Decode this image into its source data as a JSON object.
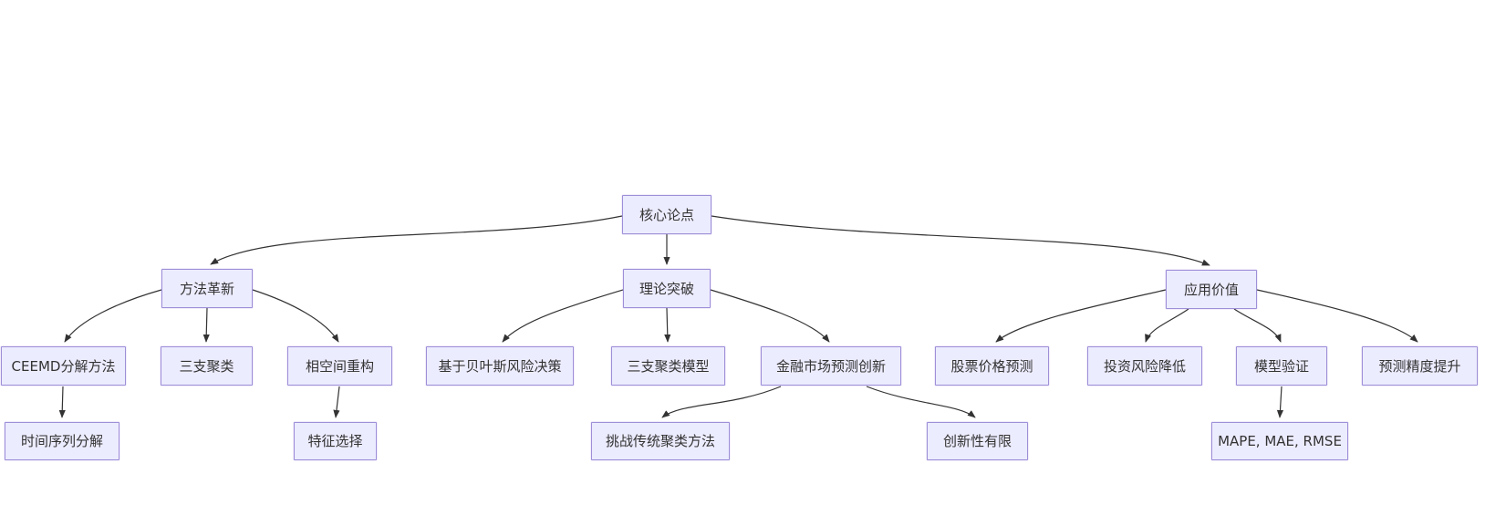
{
  "diagram": {
    "type": "flowchart",
    "direction": "top-down",
    "colors": {
      "background": "#ffffff",
      "node_fill": "#ECECFF",
      "node_border": "#9d8fd8",
      "edge": "#333333",
      "text": "#333333"
    },
    "nodes": {
      "core_thesis": {
        "label": "核心论点"
      },
      "method_innovation": {
        "label": "方法革新"
      },
      "theory_breakthrough": {
        "label": "理论突破"
      },
      "application_value": {
        "label": "应用价值"
      },
      "ceemd": {
        "label": "CEEMD分解方法"
      },
      "three_way_clustering": {
        "label": "三支聚类"
      },
      "phase_space": {
        "label": "相空间重构"
      },
      "bayes_risk": {
        "label": "基于贝叶斯风险决策"
      },
      "three_way_model": {
        "label": "三支聚类模型"
      },
      "financial_innovation": {
        "label": "金融市场预测创新"
      },
      "stock_prediction": {
        "label": "股票价格预测"
      },
      "risk_reduction": {
        "label": "投资风险降低"
      },
      "model_validation": {
        "label": "模型验证"
      },
      "prediction_accuracy": {
        "label": "预测精度提升"
      },
      "time_series": {
        "label": "时间序列分解"
      },
      "feature_selection": {
        "label": "特征选择"
      },
      "challenge_clustering": {
        "label": "挑战传统聚类方法"
      },
      "limited_innovation": {
        "label": "创新性有限"
      },
      "metrics": {
        "label": "MAPE, MAE, RMSE"
      }
    },
    "edges": [
      {
        "from": "core_thesis",
        "to": "method_innovation"
      },
      {
        "from": "core_thesis",
        "to": "theory_breakthrough"
      },
      {
        "from": "core_thesis",
        "to": "application_value"
      },
      {
        "from": "method_innovation",
        "to": "ceemd"
      },
      {
        "from": "method_innovation",
        "to": "three_way_clustering"
      },
      {
        "from": "method_innovation",
        "to": "phase_space"
      },
      {
        "from": "theory_breakthrough",
        "to": "bayes_risk"
      },
      {
        "from": "theory_breakthrough",
        "to": "three_way_model"
      },
      {
        "from": "theory_breakthrough",
        "to": "financial_innovation"
      },
      {
        "from": "application_value",
        "to": "stock_prediction"
      },
      {
        "from": "application_value",
        "to": "risk_reduction"
      },
      {
        "from": "application_value",
        "to": "model_validation"
      },
      {
        "from": "application_value",
        "to": "prediction_accuracy"
      },
      {
        "from": "ceemd",
        "to": "time_series"
      },
      {
        "from": "phase_space",
        "to": "feature_selection"
      },
      {
        "from": "financial_innovation",
        "to": "challenge_clustering"
      },
      {
        "from": "financial_innovation",
        "to": "limited_innovation"
      },
      {
        "from": "model_validation",
        "to": "metrics"
      }
    ]
  }
}
